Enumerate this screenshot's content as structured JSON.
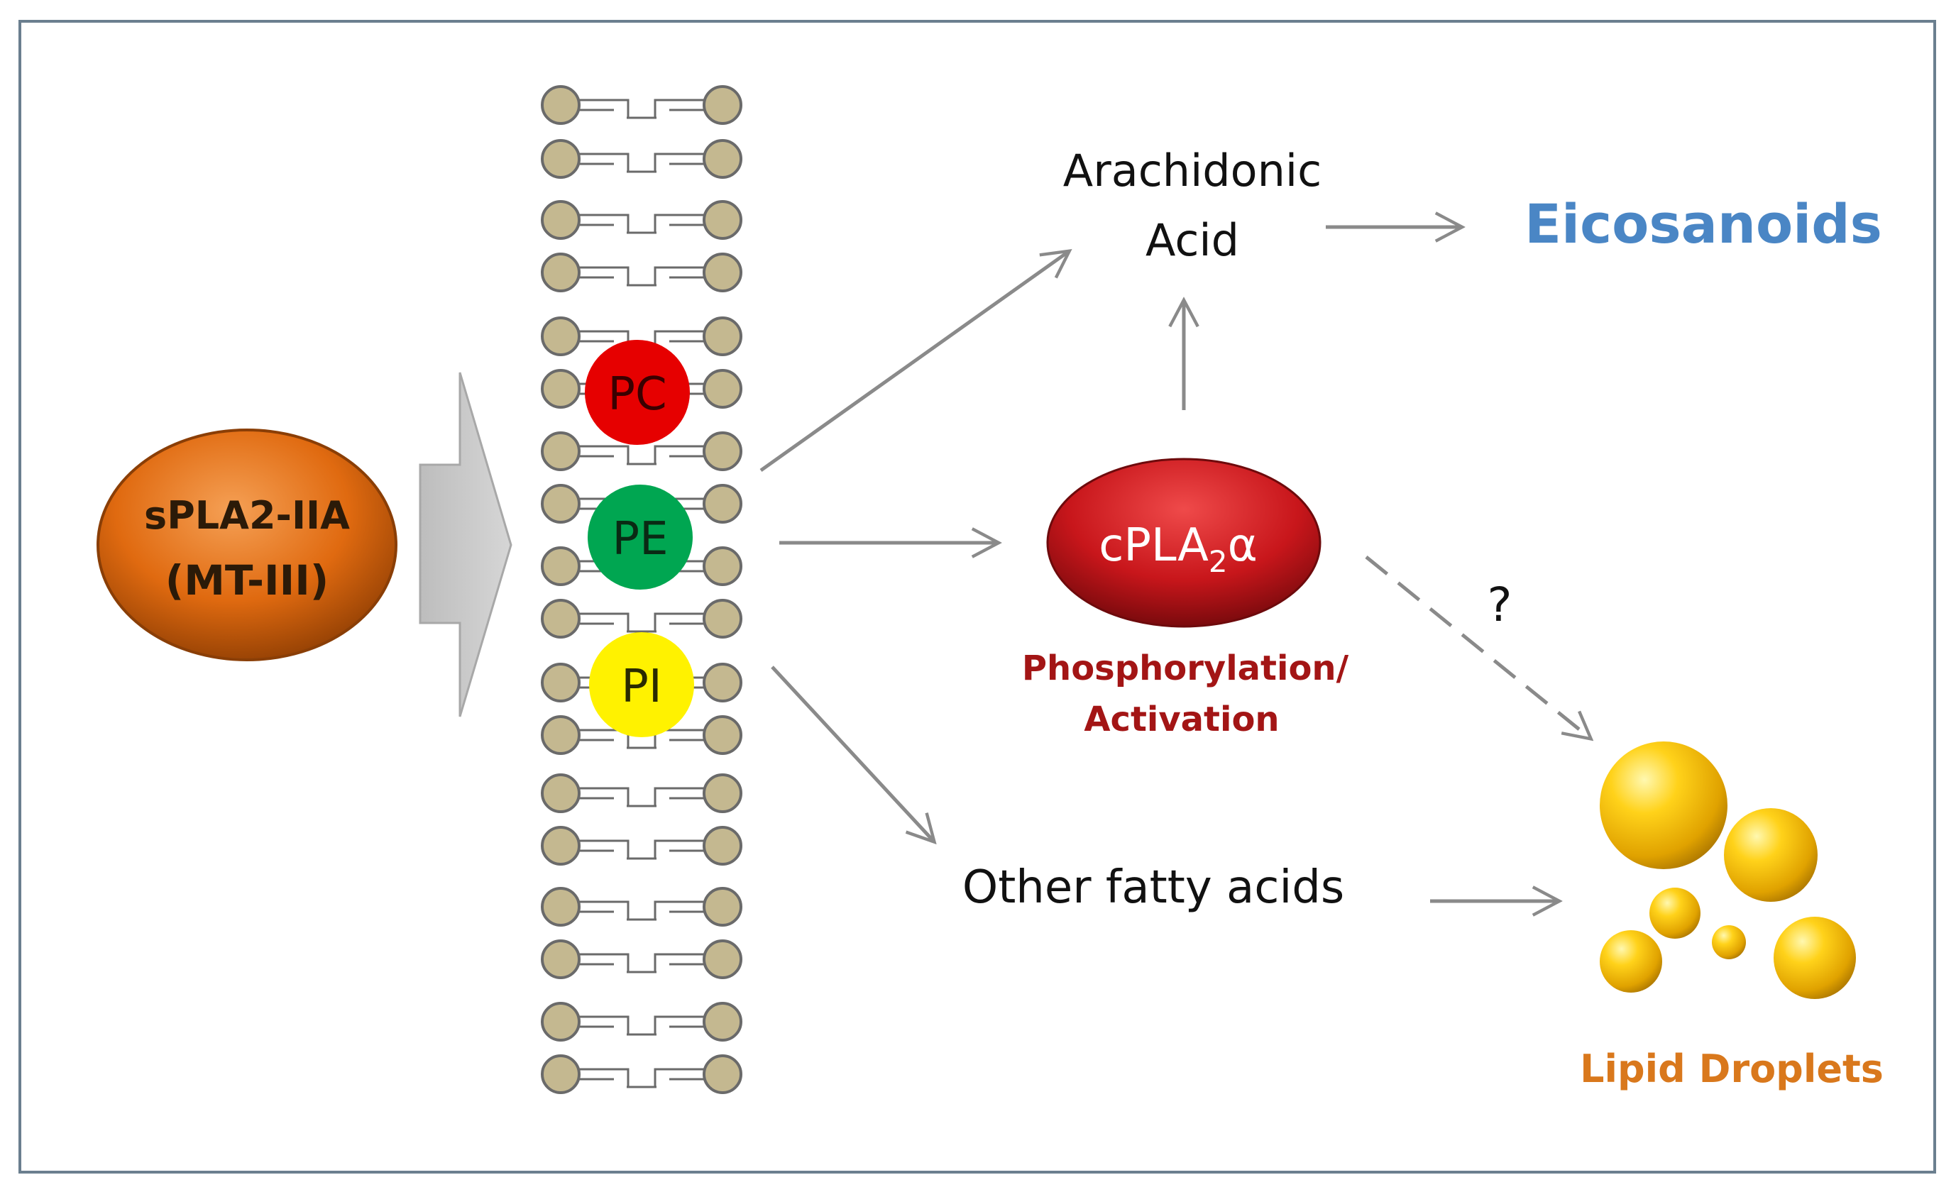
{
  "enzyme": {
    "line1": "sPLA2-IIA",
    "line2": "(MT-III)"
  },
  "phospholipids": [
    {
      "label": "PC",
      "color": "#e60000"
    },
    {
      "label": "PE",
      "color": "#00a651"
    },
    {
      "label": "PI",
      "color": "#fff200"
    }
  ],
  "products": {
    "arachidonic_line1": "Arachidonic",
    "arachidonic_line2": "Acid",
    "eicosanoids": "Eicosanoids",
    "other_fatty_acids": "Other fatty acids"
  },
  "cpla2": {
    "label_base": "cPLA",
    "label_sub": "2",
    "label_greek": "α",
    "activation_line1": "Phosphorylation/",
    "activation_line2": "Activation"
  },
  "question_mark": "?",
  "lipid_droplets": "Lipid Droplets",
  "colors": {
    "enzyme_fill": "#e06a10",
    "cpla2_fill": "#c8161b",
    "eicosanoids_text": "#4a86c5",
    "activation_text": "#a31515",
    "droplets_text": "#d9781c",
    "arrow": "#8a8a8a",
    "lipid_head": "#c4b890"
  }
}
